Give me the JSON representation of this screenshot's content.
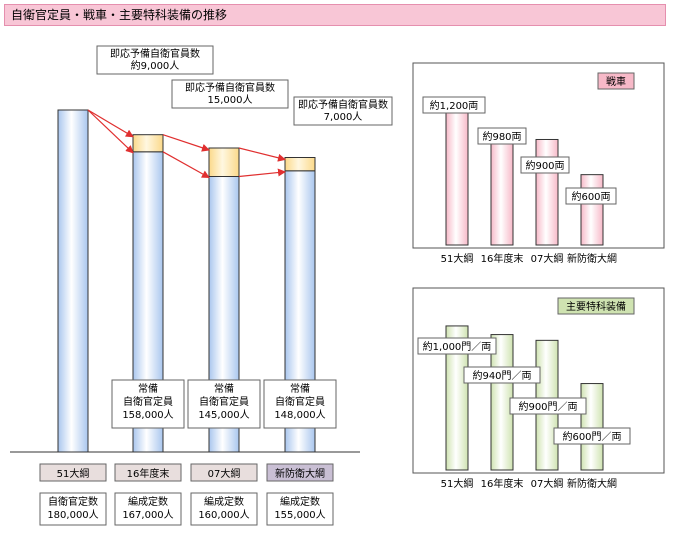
{
  "page": {
    "title": "自衛官定員・戦車・主要特科装備の推移"
  },
  "colors": {
    "bar_fill_start": "#a9c6ee",
    "bar_fill_mid": "#ffffff",
    "ready_fill": "#fde6a5",
    "arrow": "#e03030",
    "tank_fill": "#f7b9c8",
    "artillery_fill": "#cfe3b1",
    "period_label_bg": "#e8dedd",
    "period_label_last_bg": "#c9bfd4"
  },
  "chart_data": [
    {
      "type": "bar",
      "id": "personnel",
      "categories": [
        "51大綱",
        "16年度末",
        "07大綱",
        "新防衛大綱"
      ],
      "series": [
        {
          "name": "常備自衛官定員",
          "values": [
            180000,
            158000,
            145000,
            148000
          ]
        },
        {
          "name": "即応予備自衛官員数",
          "values": [
            0,
            9000,
            15000,
            7000
          ]
        }
      ],
      "ylim": [
        0,
        200000
      ],
      "regular_labels": [
        "",
        "常備\n自衛官定員\n158,000人",
        "常備\n自衛官定員\n145,000人",
        "常備\n自衛官定員\n148,000人"
      ],
      "ready_labels": [
        "",
        "即応予備自衛官員数\n約9,000人",
        "即応予備自衛官員数\n15,000人",
        "即応予備自衛官員数\n7,000人"
      ],
      "authorized_labels": [
        "自衛官定数\n180,000人",
        "編成定数\n167,000人",
        "編成定数\n160,000人",
        "編成定数\n155,000人"
      ]
    },
    {
      "type": "bar",
      "id": "tanks",
      "title": "戦車",
      "categories": [
        "51大綱",
        "16年度末",
        "07大綱",
        "新防衛大綱"
      ],
      "values": [
        1200,
        980,
        900,
        600
      ],
      "value_labels": [
        "約1,200両",
        "約980両",
        "約900両",
        "約600両"
      ],
      "ylim": [
        0,
        1450
      ]
    },
    {
      "type": "bar",
      "id": "artillery",
      "title": "主要特科装備",
      "categories": [
        "51大綱",
        "16年度末",
        "07大綱",
        "新防衛大綱"
      ],
      "values": [
        1000,
        940,
        900,
        600
      ],
      "value_labels": [
        "約1,000門／両",
        "約940門／両",
        "約900門／両",
        "約600門／両"
      ],
      "ylim": [
        0,
        1180
      ]
    }
  ]
}
